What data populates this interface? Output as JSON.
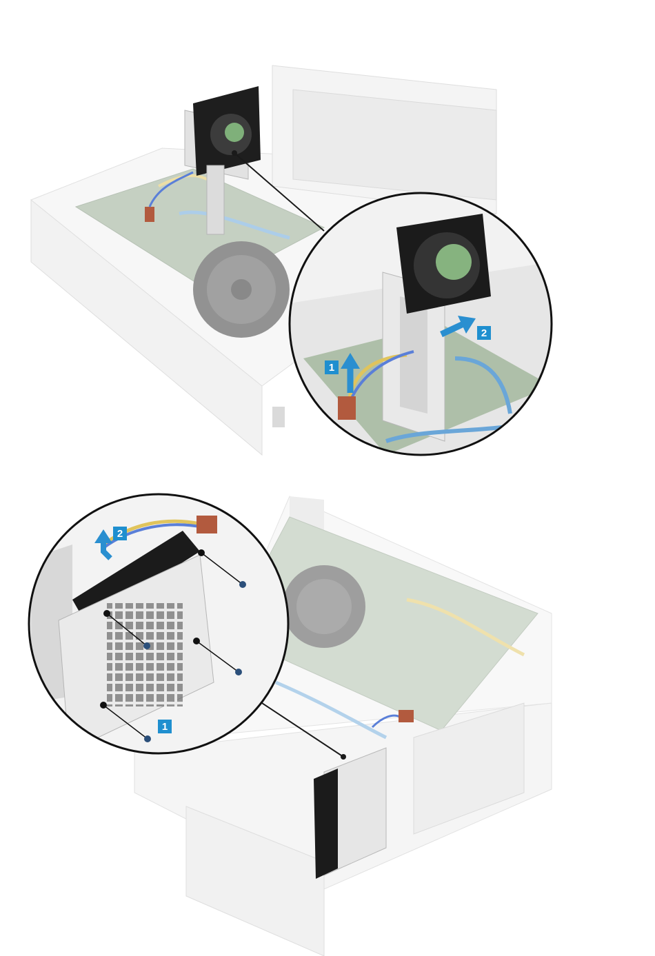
{
  "figures": [
    {
      "callouts": [
        {
          "number": "1"
        },
        {
          "number": "2"
        }
      ]
    },
    {
      "callouts": [
        {
          "number": "1"
        },
        {
          "number": "2"
        }
      ]
    }
  ],
  "colors": {
    "callout_bg": "#1f8fcf",
    "arrow": "#2a8fd0",
    "chassis": "#e6e6e6",
    "chassis_dark": "#c9c9c9",
    "fan": "#1d1d1d",
    "connector": "#b25a3e",
    "board": "#6f8d6a",
    "cable_blue": "#6aa6d8",
    "cable_yellow": "#e0c45c"
  }
}
